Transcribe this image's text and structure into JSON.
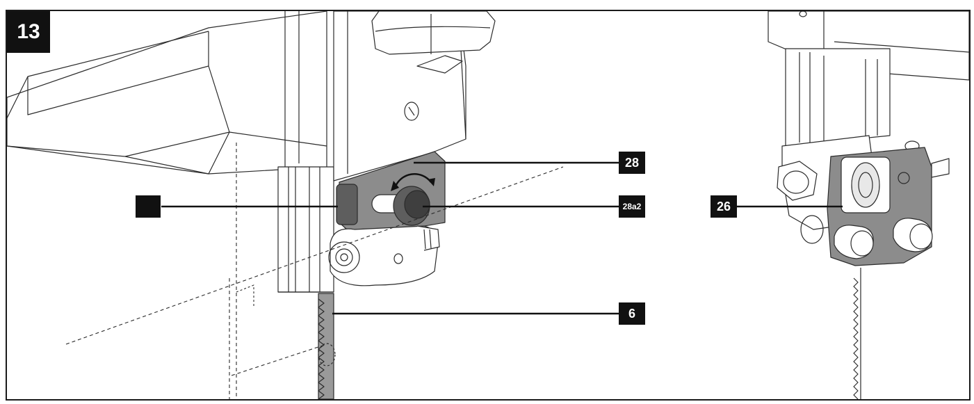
{
  "figure": {
    "number": "13"
  },
  "callouts": {
    "c28": "28",
    "c28a2": "28a2",
    "c26": "26",
    "c6": "6",
    "blank": ""
  },
  "colors": {
    "line": "#2b2b2b",
    "part_gray": "#8c8c8c",
    "part_dark": "#5e5e5e",
    "label_bg": "#111111",
    "label_text": "#ffffff"
  }
}
